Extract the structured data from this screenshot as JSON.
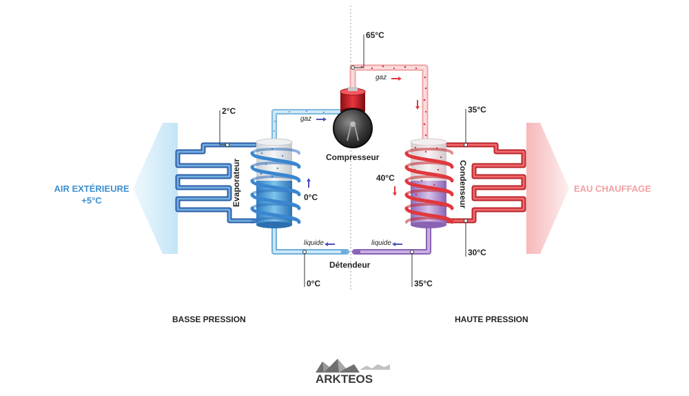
{
  "labels": {
    "air_exterieure_line1": "AIR EXTÉRIEURE",
    "air_exterieure_line2": "+5°C",
    "eau_chauffage": "EAU CHAUFFAGE",
    "evaporateur": "Evaporateur",
    "condenseur": "Condenseur",
    "compresseur": "Compresseur",
    "detendeur": "Détendeur",
    "basse_pression": "BASSE PRESSION",
    "haute_pression": "HAUTE PRESSION",
    "gaz_left": "gaz",
    "gaz_top": "gaz",
    "liquide_left": "liquide",
    "liquide_right": "liquide",
    "logo": "ARKTEOS"
  },
  "temperatures": {
    "t_65": "65°C",
    "t_2": "2°C",
    "t_35_top": "35°C",
    "t_40": "40°C",
    "t_0_inside": "0°C",
    "t_30": "30°C",
    "t_0_bottom": "0°C",
    "t_35_bottom": "35°C"
  },
  "colors": {
    "cold": "#3d8fd0",
    "cold_light": "#a8d8f0",
    "hot": "#e0383d",
    "hot_light": "#f7b8ba",
    "liquid_hot": "#8a5db0",
    "arrow_blue": "#4b4fb8",
    "arrow_red": "#e0383d"
  }
}
